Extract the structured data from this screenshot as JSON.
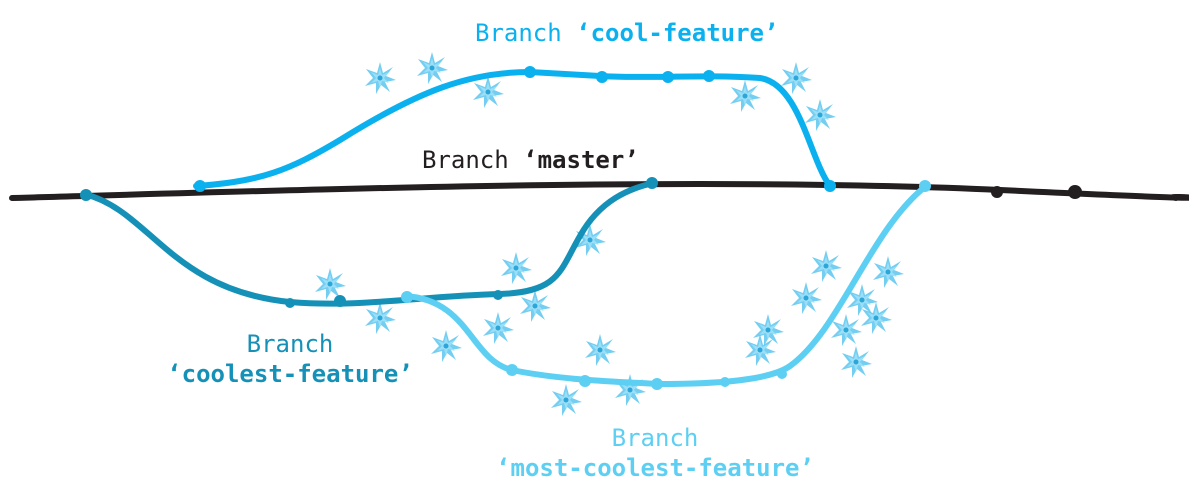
{
  "branches": {
    "master": {
      "prefix": "Branch",
      "name": "‘master’",
      "color": "#231f20"
    },
    "cool_feature": {
      "prefix": "Branch",
      "name": "‘cool-feature’",
      "color": "#0bb1ef"
    },
    "coolest_feature": {
      "prefix": "Branch",
      "name": "‘coolest-feature’",
      "color": "#1591b8"
    },
    "most_coolest_feature": {
      "prefix": "Branch",
      "name": "‘most-coolest-feature’",
      "color": "#5dcff3"
    }
  },
  "sparkle_color": "#5bc6ef"
}
